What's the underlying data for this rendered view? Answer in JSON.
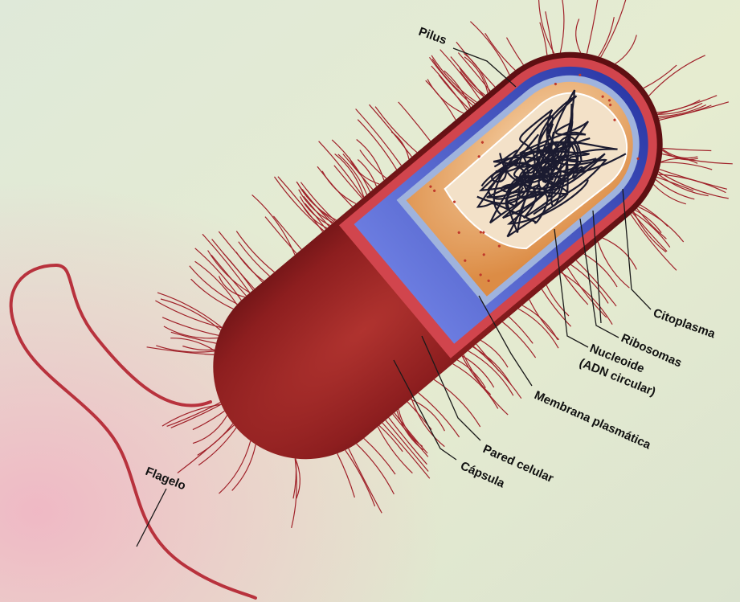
{
  "diagram": {
    "colors": {
      "capsule": "#8e1b1c",
      "wall": "#c8333e",
      "membrane": "#3d4fc4",
      "cytoplasm": "#e7a25a",
      "nucleoid": "#1b1b30",
      "pili": "#a0222a",
      "background": "#e3ecd6"
    },
    "labels": {
      "pilus": "Pilus",
      "citoplasma": "Citoplasma",
      "ribosomas": "Ribosomas",
      "nucleoide": "Nucleoide",
      "adn": "(ADN circular)",
      "membrana": "Membrana plasmática",
      "pared": "Pared celular",
      "capsula": "Cápsula",
      "flagelo": "Flagelo"
    }
  }
}
